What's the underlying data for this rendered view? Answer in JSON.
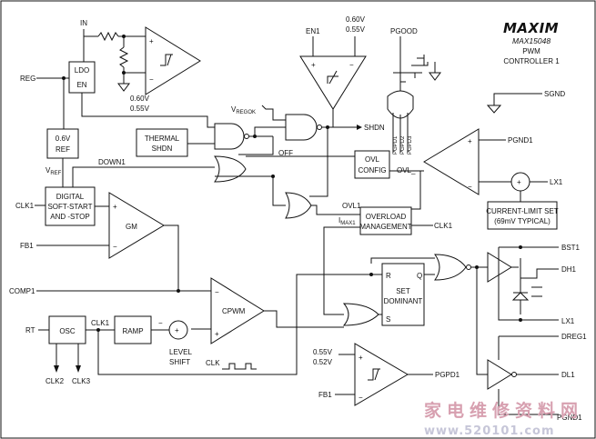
{
  "header": {
    "logo_text": "MAXIM",
    "part_number": "MAX15048",
    "subtitle_line1": "PWM",
    "subtitle_line2": "CONTROLLER 1"
  },
  "pins": {
    "in": "IN",
    "reg": "REG",
    "clk1_left": "CLK1",
    "fb1_left": "FB1",
    "comp1": "COMP1",
    "rt": "RT",
    "clk2": "CLK2",
    "clk3": "CLK3",
    "en1": "EN1",
    "pgood": "PGOOD",
    "sgnd": "SGND",
    "shdn": "SHDN",
    "pgnd1_top": "PGND1",
    "lx1_sense": "LX1",
    "bst1": "BST1",
    "dh1": "DH1",
    "lx1_out": "LX1",
    "dreg1": "DREG1",
    "dl1": "DL1",
    "pgnd1_bottom": "PGND1",
    "pgpd1": "PGPD1",
    "fb1_bottom": "FB1"
  },
  "blocks": {
    "ldo": "LDO",
    "ldo_en": "EN",
    "ref_line1": "0.6V",
    "ref_line2": "REF",
    "softstart_line1": "DIGITAL",
    "softstart_line2": "SOFT-START",
    "softstart_line3": "AND -STOP",
    "gm": "GM",
    "thermal_line1": "THERMAL",
    "thermal_line2": "SHDN",
    "ovl_line1": "OVL",
    "ovl_line2": "CONFIG",
    "overload_line1": "OVERLOAD",
    "overload_line2": "MANAGEMENT",
    "cpwm": "CPWM",
    "osc": "OSC",
    "ramp": "RAMP",
    "level_shift_line1": "LEVEL",
    "level_shift_line2": "SHIFT",
    "set_dominant_line1": "SET",
    "set_dominant_line2": "DOMINANT",
    "latch_r": "R",
    "latch_q": "Q",
    "latch_s": "S",
    "current_limit_line1": "CURRENT-LIMIT SET",
    "current_limit_line2": "(69mV TYPICAL)"
  },
  "signals": {
    "vref": "V",
    "vref_sub": "REF",
    "down1": "DOWN1",
    "off": "OFF",
    "vregok": "V",
    "vregok_sub": "REGOK",
    "ovl_out": "OVL_",
    "ovl1": "OVL1",
    "imax1": "I",
    "imax1_sub": "MAX1",
    "clk1_overload": "CLK1",
    "clk1_osc": "CLK1",
    "clk_wave": "CLK",
    "pgpd_labels": [
      "PGPD1",
      "PGPD2",
      "PGPD3"
    ]
  },
  "thresholds": {
    "en_high": "0.60V",
    "en_low": "0.55V",
    "in_high": "0.60V",
    "in_low": "0.55V",
    "fb_high": "0.55V",
    "fb_low": "0.52V"
  },
  "signs": {
    "plus": "+",
    "minus": "−"
  },
  "watermark": {
    "chinese": "家电维修资料网",
    "url": "www.520101.com"
  }
}
